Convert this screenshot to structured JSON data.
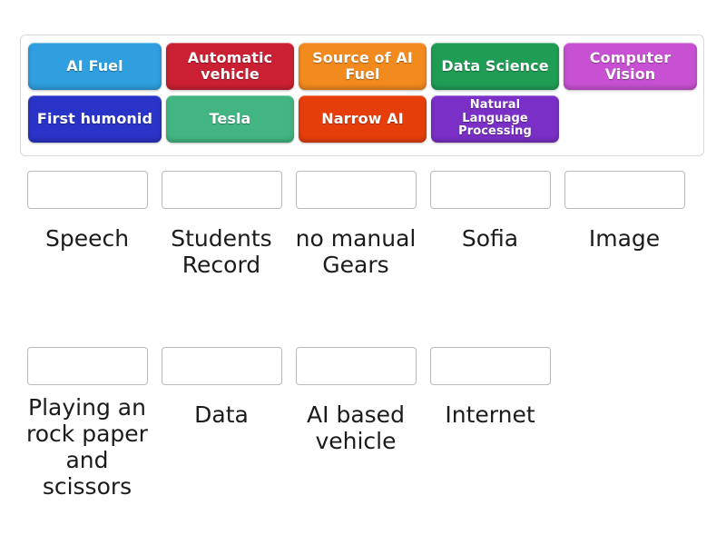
{
  "tile_bank": {
    "name": "draggable-answer-tiles",
    "rows": [
      [
        {
          "label": "AI Fuel",
          "color": "#2f9fdf",
          "size": "normal"
        },
        {
          "label": "Automatic vehicle",
          "color": "#cb2034",
          "size": "normal"
        },
        {
          "label": "Source of AI Fuel",
          "color": "#f28a1e",
          "size": "normal"
        },
        {
          "label": "Data Science",
          "color": "#1f9d55",
          "size": "normal"
        },
        {
          "label": "Computer Vision",
          "color": "#c751d2",
          "size": "normal"
        }
      ],
      [
        {
          "label": "First humonid",
          "color": "#2a33c7",
          "size": "normal"
        },
        {
          "label": "Tesla",
          "color": "#42b582",
          "size": "normal"
        },
        {
          "label": "Narrow AI",
          "color": "#e63e0b",
          "size": "normal"
        },
        {
          "label": "Natural Language Processing",
          "color": "#7a2fc6",
          "size": "small"
        },
        {
          "label": "",
          "color": "transparent",
          "size": "normal"
        }
      ]
    ]
  },
  "answer_rows": [
    {
      "cells": [
        {
          "label": "Speech",
          "dropzone": true
        },
        {
          "label": "Students Record",
          "dropzone": true
        },
        {
          "label": "no manual Gears",
          "dropzone": true
        },
        {
          "label": "Sofia",
          "dropzone": true
        },
        {
          "label": "Image",
          "dropzone": true
        }
      ]
    },
    {
      "cells": [
        {
          "label": "Playing an rock paper and scissors",
          "dropzone": true
        },
        {
          "label": "Data",
          "dropzone": true
        },
        {
          "label": "AI based vehicle",
          "dropzone": true
        },
        {
          "label": "Internet",
          "dropzone": true
        },
        {
          "label": "",
          "dropzone": false
        }
      ]
    }
  ],
  "theme": {
    "background": "#ffffff",
    "bank_border": "#d8d8d8",
    "dropzone_border": "#b9b9b9",
    "label_color": "#1b1b1b"
  }
}
